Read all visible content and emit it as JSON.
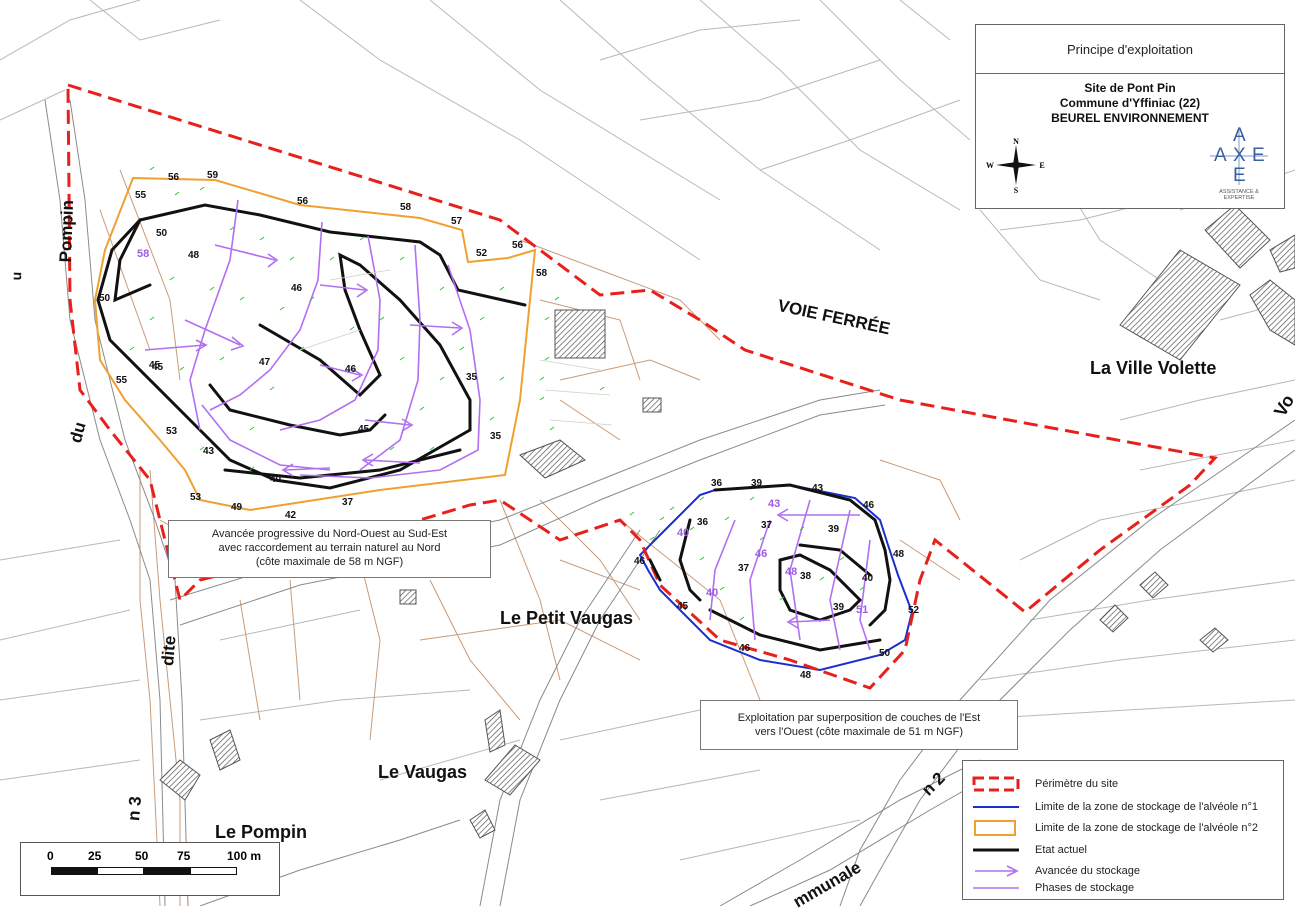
{
  "title_box": {
    "heading": "Principe d'exploitation",
    "site": "Site de Pont Pin",
    "commune": "Commune d'Yffiniac (22)",
    "company": "BEUREL ENVIRONNEMENT"
  },
  "compass": {
    "n": "N",
    "s": "S",
    "e": "E",
    "w": "W"
  },
  "logo": {
    "a_top": "A",
    "a_left": "A",
    "x": "X",
    "e_right": "E",
    "e_bottom": "E",
    "tagline": "ASSISTANCE & EXPERTISE"
  },
  "places": {
    "voie_ferree": "VOIE FERRÉE",
    "ville_volette": "La Ville Volette",
    "vo_partial": "Vo",
    "petit_vaugas": "Le Petit Vaugas",
    "vaugas": "Le Vaugas",
    "le_pompin": "Le Pompin",
    "pompin_road": "Pompin",
    "du_road": "du",
    "dite_road": "dite",
    "n3": "n 3",
    "n2": "n 2",
    "communale": "mmunale",
    "left_edge": "u"
  },
  "notes": {
    "north_west": {
      "line1": "Avancée progressive du Nord-Ouest au Sud-Est",
      "line2": "avec raccordement au terrain naturel au Nord",
      "line3": "(côte maximale de 58 m NGF)"
    },
    "east": {
      "line1": "Exploitation par superposition de couches de l'Est",
      "line2": "vers l'Ouest (côte maximale de 51 m NGF)"
    }
  },
  "legend": {
    "items": [
      {
        "label": "Périmètre du site",
        "color": "#e8201c"
      },
      {
        "label": "Limite de la zone de stockage de l'alvéole n°1",
        "color": "#1a2fd0"
      },
      {
        "label": "Limite de la zone de stockage de l'alvéole n°2",
        "color": "#f0a030"
      },
      {
        "label": "Etat actuel",
        "color": "#111111"
      },
      {
        "label": "Avancée du stockage",
        "color": "#b070f0"
      },
      {
        "label": "Phases de stockage",
        "color": "#b070f0"
      }
    ]
  },
  "scale_bar": {
    "ticks": [
      "0",
      "25",
      "50",
      "75",
      "100 m"
    ]
  },
  "elevations_black": [
    "59",
    "56",
    "55",
    "56",
    "58",
    "57",
    "52",
    "56",
    "58",
    "50",
    "48",
    "46",
    "50",
    "45",
    "47",
    "46",
    "35",
    "55",
    "45",
    "53",
    "43",
    "45",
    "35",
    "53",
    "49",
    "42",
    "37",
    "40",
    "36",
    "39",
    "43",
    "46",
    "36",
    "37",
    "39",
    "48",
    "37",
    "38",
    "40",
    "46",
    "45",
    "39",
    "52",
    "46",
    "50",
    "48"
  ],
  "elevations_purple": [
    "58",
    "43",
    "40",
    "46",
    "48",
    "40",
    "51"
  ]
}
